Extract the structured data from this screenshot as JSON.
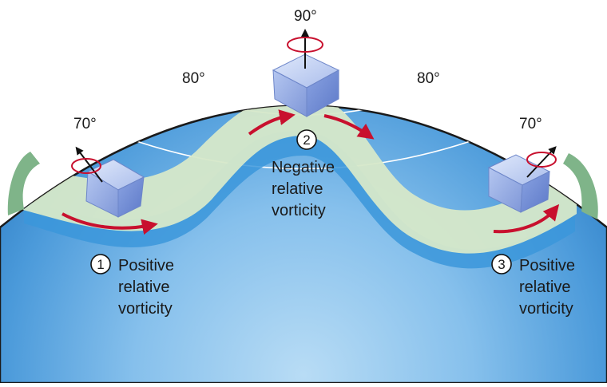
{
  "latitude_labels": {
    "pole": "90°",
    "left_80": "80°",
    "right_80": "80°",
    "left_70": "70°",
    "right_70": "70°"
  },
  "points": [
    {
      "number": "1",
      "lines": [
        "Positive",
        "relative",
        "vorticity"
      ]
    },
    {
      "number": "2",
      "lines": [
        "Negative",
        "relative",
        "vorticity"
      ]
    },
    {
      "number": "3",
      "lines": [
        "Positive",
        "relative",
        "vorticity"
      ]
    }
  ],
  "colors": {
    "globe_light": "#a9d3f1",
    "globe_dark": "#2f86cf",
    "band": "#d6e8c9",
    "band_shadow": "#3b97da",
    "band_edge": "#7fb489",
    "arrow": "#c8102e",
    "cube": "#8fa9e0"
  }
}
